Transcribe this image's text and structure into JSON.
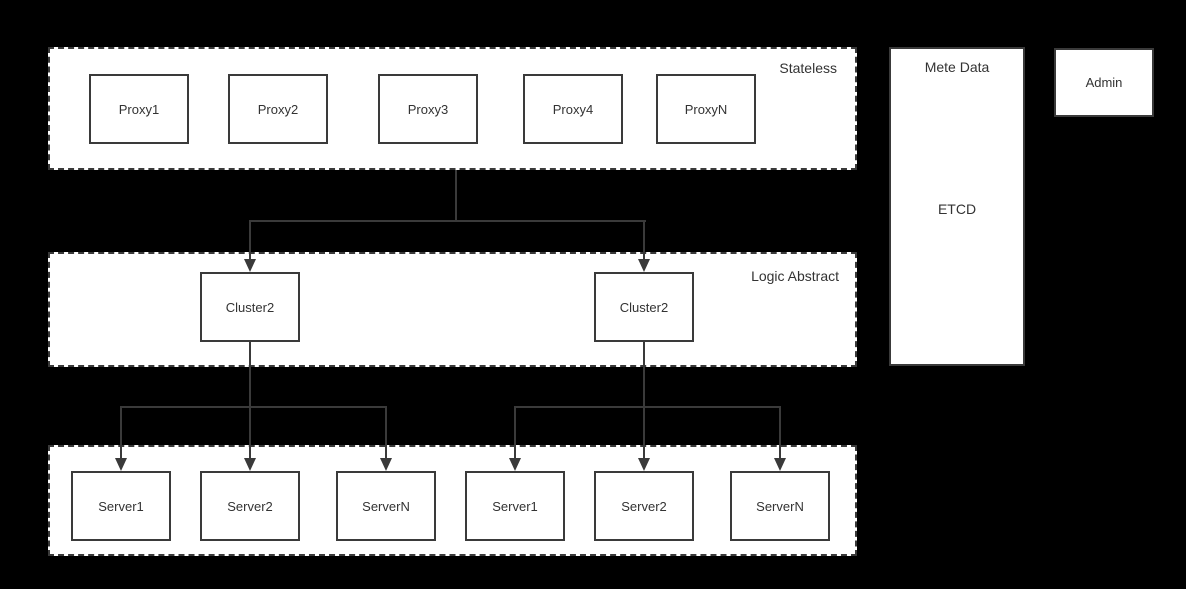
{
  "colors": {
    "background": "#000000",
    "surface": "#ffffff",
    "line": "#3a3a3a",
    "text": "#333333"
  },
  "layers": {
    "stateless": {
      "label": "Stateless",
      "nodes": [
        {
          "label": "Proxy1"
        },
        {
          "label": "Proxy2"
        },
        {
          "label": "Proxy3"
        },
        {
          "label": "Proxy4"
        },
        {
          "label": "ProxyN"
        }
      ]
    },
    "logic": {
      "label": "Logic Abstract",
      "nodes": [
        {
          "label": "Cluster2"
        },
        {
          "label": "Cluster2"
        }
      ]
    },
    "servers": {
      "nodes": [
        {
          "label": "Server1"
        },
        {
          "label": "Server2"
        },
        {
          "label": "ServerN"
        },
        {
          "label": "Server1"
        },
        {
          "label": "Server2"
        },
        {
          "label": "ServerN"
        }
      ]
    }
  },
  "side": {
    "meta": {
      "title": "Mete Data",
      "content": "ETCD"
    },
    "admin": {
      "label": "Admin"
    }
  }
}
